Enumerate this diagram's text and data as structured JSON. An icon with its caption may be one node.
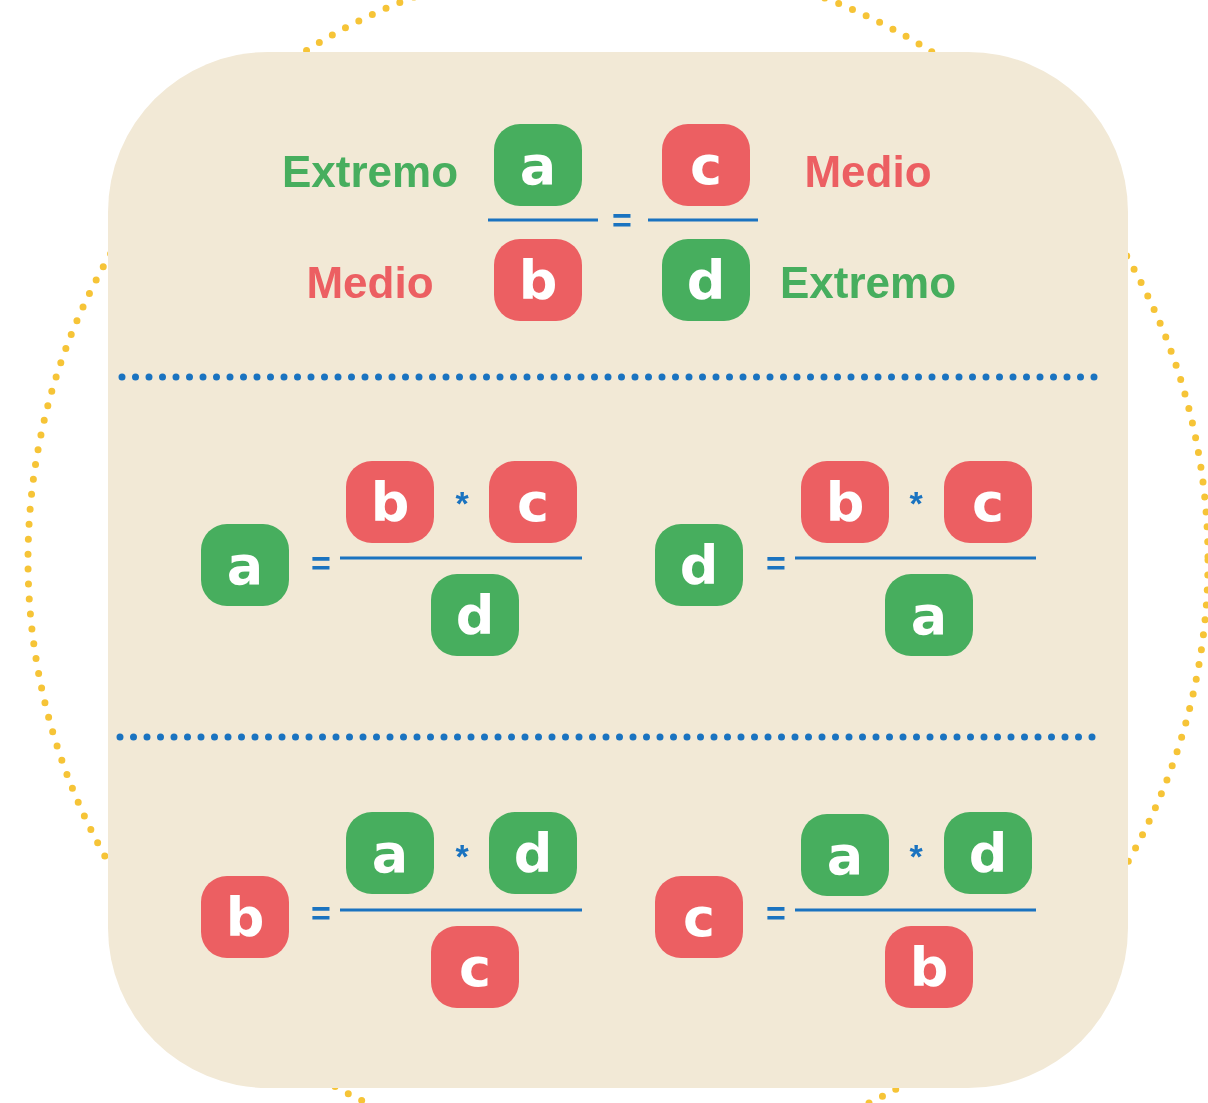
{
  "diagram": {
    "nodes": [
      {
        "text": [
          "a"
        ]
      },
      {
        "text": [
          "c"
        ]
      },
      {
        "text": [
          "b"
        ]
      },
      {
        "text": [
          "d"
        ]
      },
      {
        "text": [
          "b"
        ]
      },
      {
        "text": [
          "c"
        ]
      },
      {
        "text": [
          "b"
        ]
      },
      {
        "text": [
          "c"
        ]
      },
      {
        "text": [
          "a"
        ]
      },
      {
        "text": [
          "d"
        ]
      },
      {
        "text": [
          "d"
        ]
      },
      {
        "text": [
          "a"
        ]
      },
      {
        "text": [
          "a"
        ]
      },
      {
        "text": [
          "d"
        ]
      },
      {
        "text": [
          "a"
        ]
      },
      {
        "text": [
          "d"
        ]
      },
      {
        "text": [
          "b"
        ]
      },
      {
        "text": [
          "c"
        ]
      },
      {
        "text": [
          "c"
        ]
      },
      {
        "text": [
          "b"
        ]
      }
    ],
    "labels": [
      "Extremo",
      "Medio",
      "=",
      "Medio",
      "Extremo",
      "*",
      "*",
      "=",
      "=",
      "*",
      "*",
      "=",
      "="
    ]
  }
}
